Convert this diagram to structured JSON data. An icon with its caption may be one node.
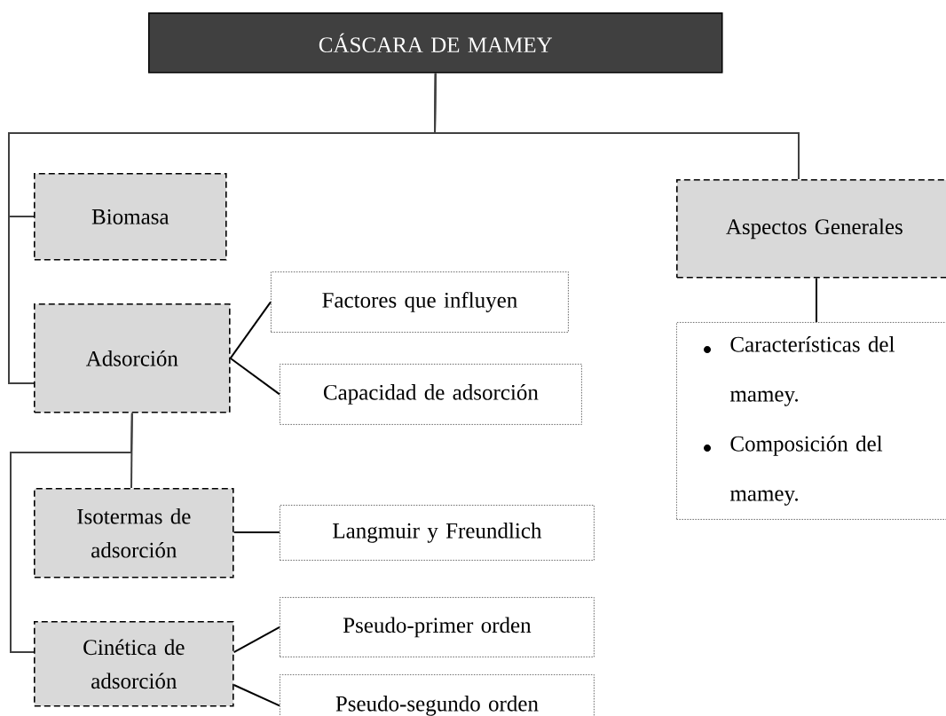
{
  "diagram": {
    "nodes": [
      {
        "text": [
          "CÁSCARA DE MAMEY"
        ]
      },
      {
        "text": [
          "Biomasa"
        ]
      },
      {
        "text": [
          "Aspectos Generales"
        ]
      },
      {
        "text": [
          "Adsorción"
        ]
      },
      {
        "text": [
          "Factores que influyen"
        ]
      },
      {
        "text": [
          "Capacidad de adsorción"
        ]
      },
      {
        "text": [
          "Isotermas de adsorción"
        ]
      },
      {
        "text": [
          "Langmuir y Freundlich"
        ]
      },
      {
        "text": [
          "Cinética de adsorción"
        ]
      },
      {
        "text": [
          "Pseudo-primer orden"
        ]
      },
      {
        "text": [
          "Pseudo-segundo orden"
        ]
      },
      {
        "text": [
          "Características del mamey.",
          "Composición del mamey."
        ]
      }
    ],
    "edges": [
      {
        "from": 0,
        "to": 1,
        "arrow": "none",
        "color": "#404040"
      },
      {
        "from": 0,
        "to": 3,
        "arrow": "none",
        "color": "#404040"
      },
      {
        "from": 0,
        "to": 2,
        "arrow": "none",
        "color": "#404040"
      },
      {
        "from": 3,
        "to": 4,
        "arrow": "none"
      },
      {
        "from": 3,
        "to": 5,
        "arrow": "none"
      },
      {
        "from": 3,
        "to": 6,
        "arrow": "none",
        "color": "#404040"
      },
      {
        "from": 3,
        "to": 8,
        "arrow": "none",
        "color": "#404040"
      },
      {
        "from": 6,
        "to": 7,
        "arrow": "none"
      },
      {
        "from": 8,
        "to": 9,
        "arrow": "none"
      },
      {
        "from": 8,
        "to": 10,
        "arrow": "none"
      },
      {
        "from": 2,
        "to": 11,
        "arrow": "none"
      }
    ]
  }
}
